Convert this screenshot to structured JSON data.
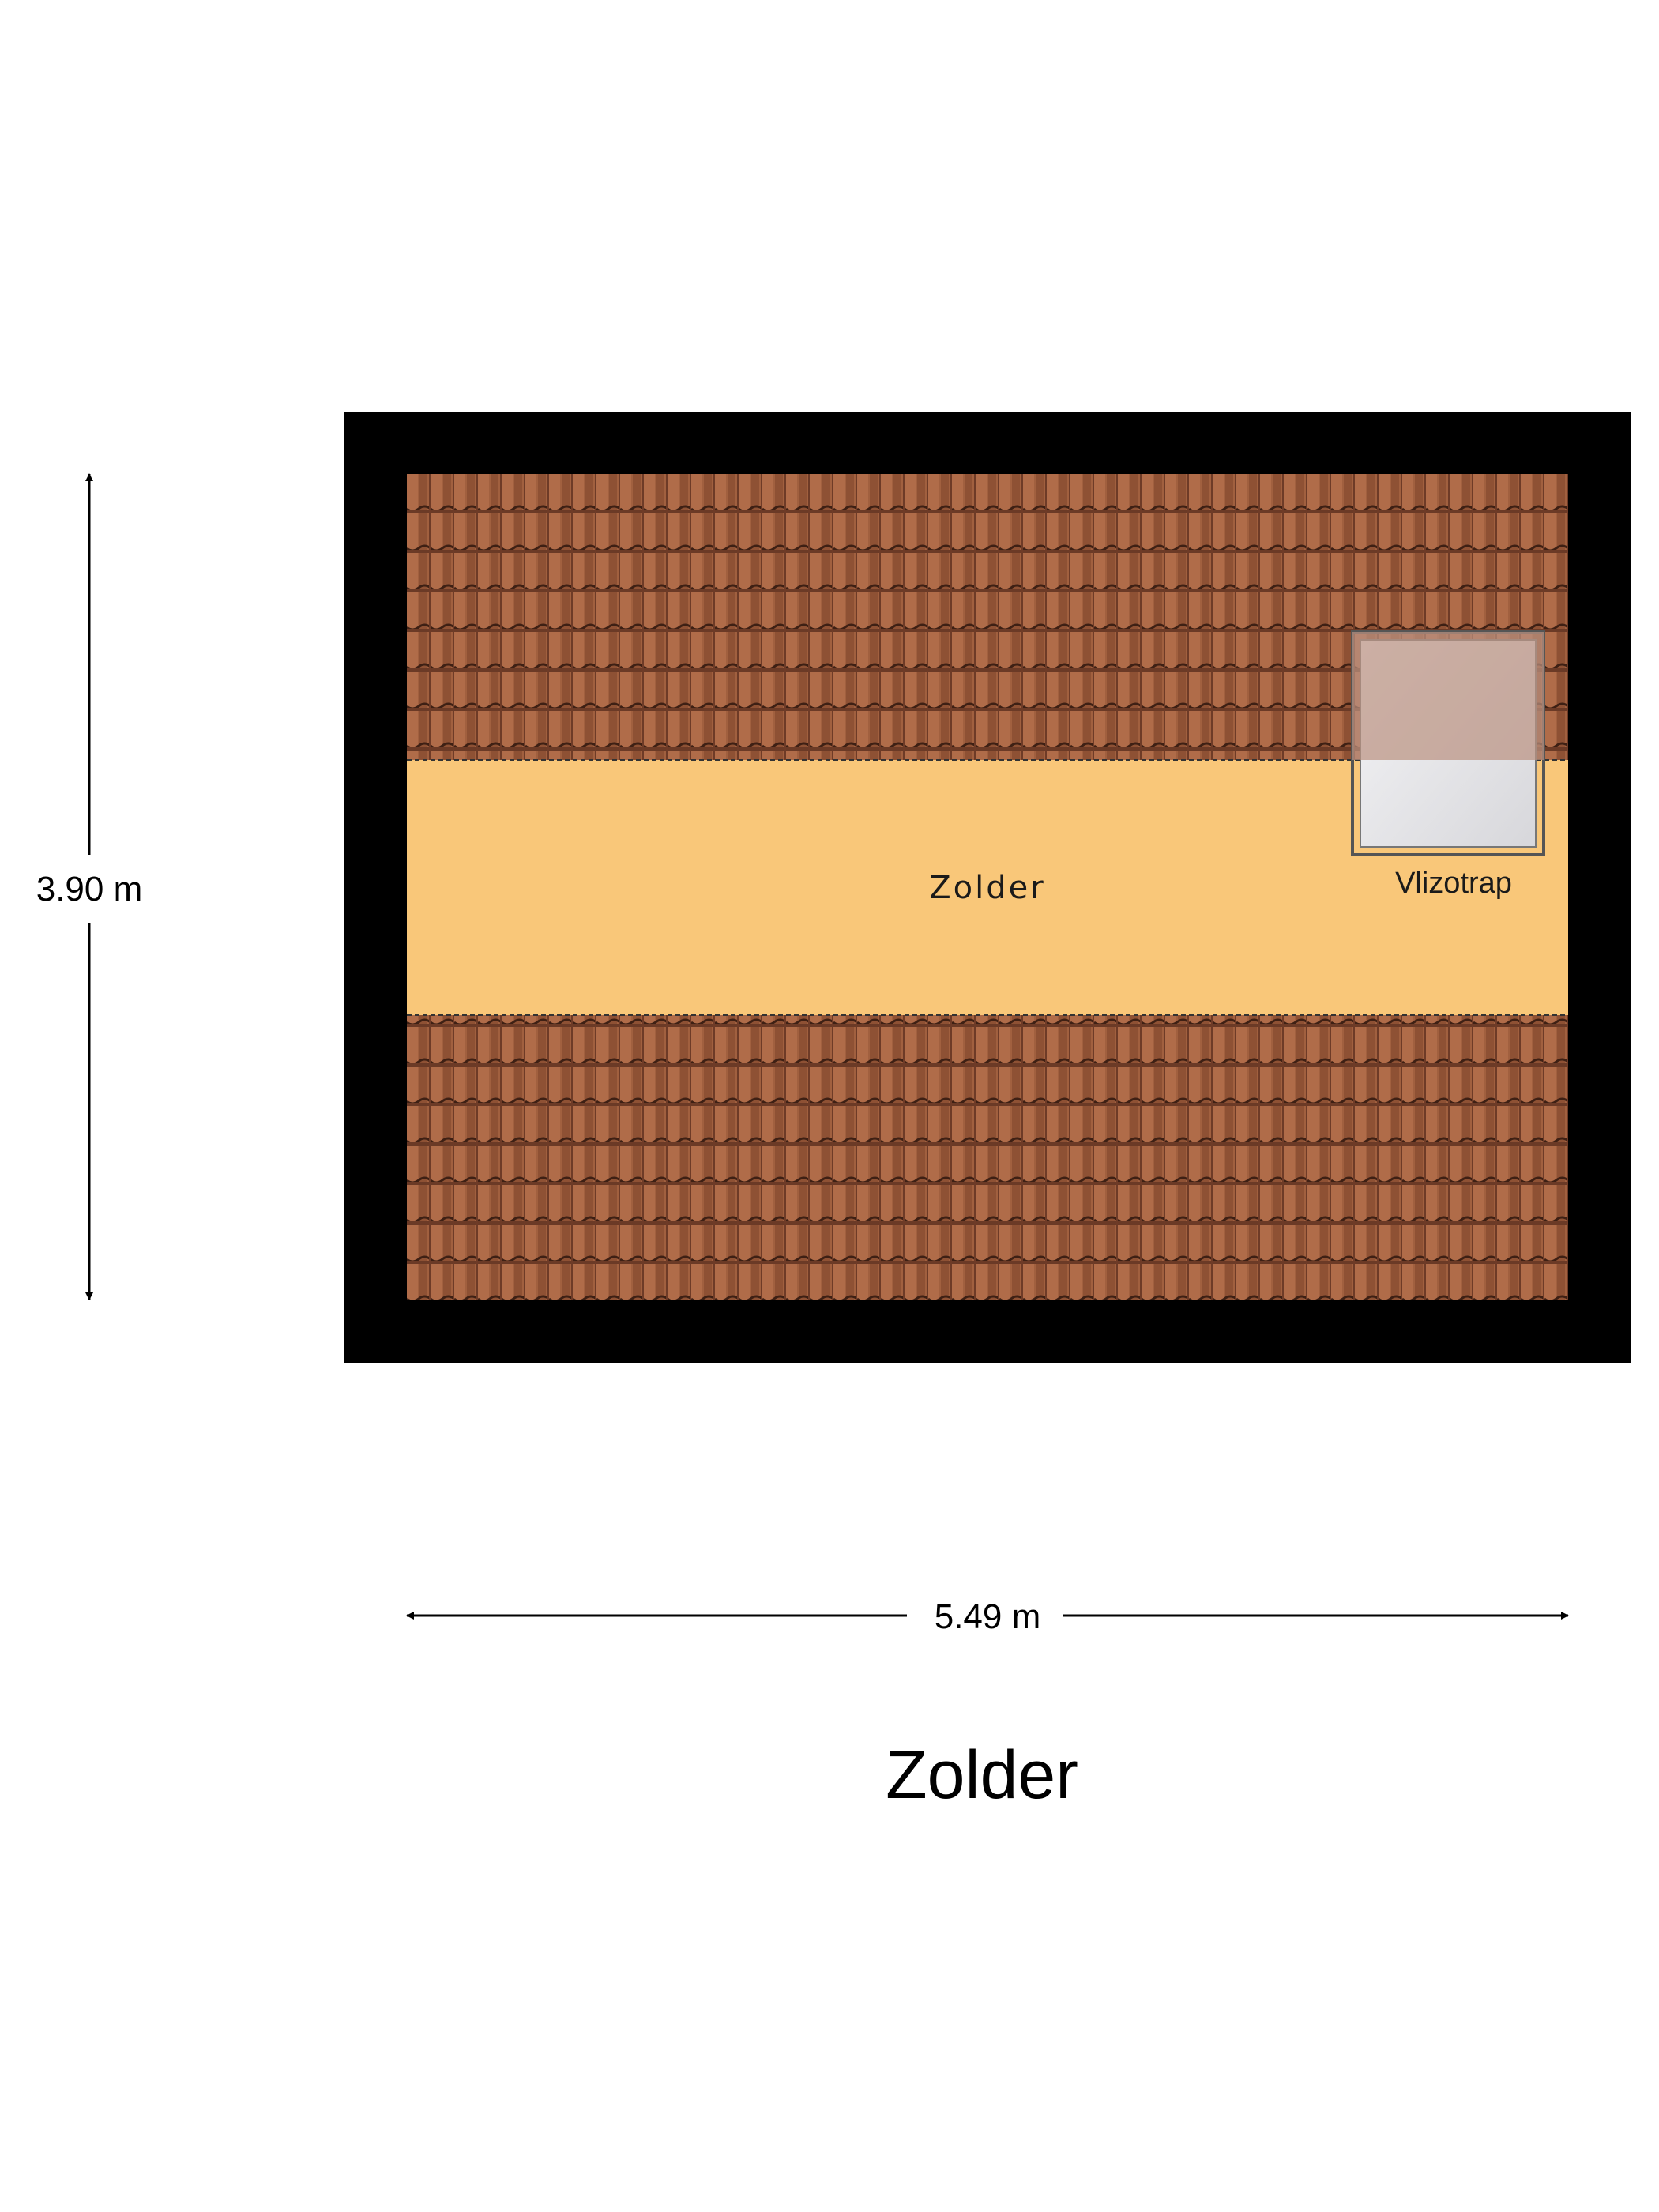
{
  "plan": {
    "room_label": "Zolder",
    "stair_label": "Vlizotrap",
    "floor_title": "Zolder"
  },
  "dimensions": {
    "height": "3.90 m",
    "width": "5.49 m"
  },
  "colors": {
    "wall": "#000000",
    "roof_tile": "#9b5a3c",
    "roof_tile_shadow": "#5e3322",
    "floor": "#f9c779",
    "hatch": "#e6e6e8",
    "text": "#000000"
  }
}
